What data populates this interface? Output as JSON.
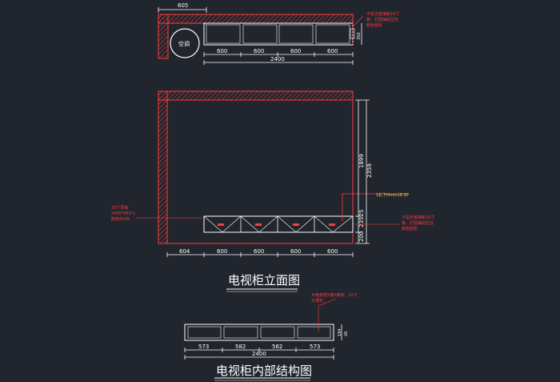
{
  "plan": {
    "label_ac": "空调",
    "dims_top": [
      "605"
    ],
    "dims_bottom": [
      "600",
      "600",
      "600",
      "600"
    ],
    "dim_total": "2400",
    "dim_height": "350",
    "note": [
      "不是长度抽柜10寸",
      "板，打圆抽屉拉丝",
      "颜色固定"
    ]
  },
  "elevation": {
    "dims_bottom": [
      "604",
      "600",
      "600",
      "600",
      "600"
    ],
    "dim_vertical": [
      "1899",
      "2359",
      "23525",
      "200"
    ],
    "note_left": [
      "25寸厚板",
      "2400*350*1",
      "颜色8008"
    ],
    "note_mid": [
      "1扎下Hmm18.5P"
    ],
    "note_right": [
      "不是长度抽柜10寸",
      "板，打圆抽屉拉丝",
      "颜色固定"
    ],
    "title": "电视柜立面图"
  },
  "interior": {
    "dims_bottom": [
      "573",
      "582",
      "582",
      "573"
    ],
    "dim_total": "2400",
    "dim_vertical": [
      "194",
      "26"
    ],
    "note": [
      "木格家柜5格5格板，10寸",
      "大理石"
    ],
    "title": "电视柜内部结构图"
  },
  "colors": {
    "background": "#21252d",
    "line_red": "#ff3b3b",
    "line_white": "#ffffff",
    "accent_yellow": "#e8e04a"
  }
}
